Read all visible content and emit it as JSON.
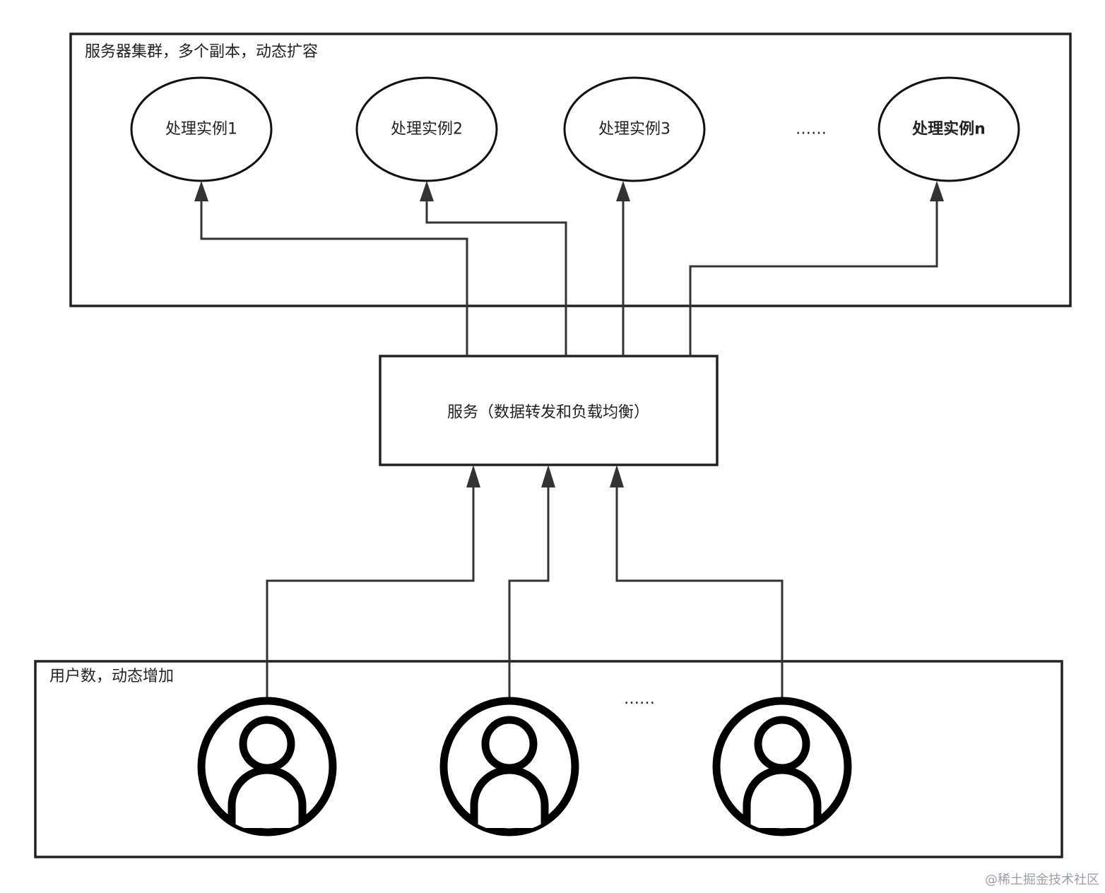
{
  "server_cluster": {
    "label": "服务器集群，多个副本，动态扩容",
    "instances": [
      "处理实例1",
      "处理实例2",
      "处理实例3",
      "处理实例n"
    ],
    "ellipsis": "……"
  },
  "service": {
    "label": "服务（数据转发和负载均衡）"
  },
  "users": {
    "label": "用户数，动态增加",
    "ellipsis": "……",
    "icon": "user-icon"
  },
  "watermark": "@稀土掘金技术社区"
}
